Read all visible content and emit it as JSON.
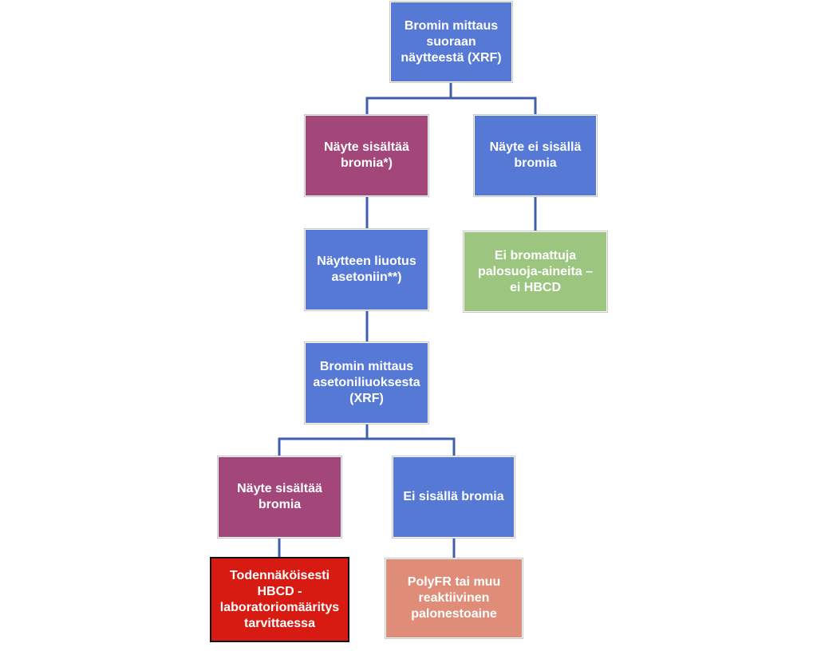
{
  "diagram": {
    "nodes": {
      "root": "Bromin mittaus\nsuoraan\nnäytteestä (XRF)",
      "contains_bromine_1": "Näyte sisältää\nbromia*)",
      "no_bromine_1": "Näyte ei sisällä\nbromia",
      "dissolution": "Näytteen liuotus\nasetoniin**)",
      "no_brominated_fr": "Ei bromattuja\npalosuoja-aineita –\nei HBCD",
      "measure_acetone": "Bromin mittaus\nasetoniliuoksesta\n(XRF)",
      "contains_bromine_2": "Näyte sisältää\nbromia",
      "no_bromine_2": "Ei  sisällä bromia",
      "likely_hbcd": "Todennäköisesti\nHBCD -\nlaboratoriomääritys\ntarvittaessa",
      "polyfr": "PolyFR tai muu\nreaktiivinen\npalonestoaine"
    },
    "colors": {
      "blue": "#5579d4",
      "purple": "#a3477a",
      "green": "#9cc67f",
      "salmon": "#df8d78",
      "red": "#d81b12",
      "connector": "#3f5fae"
    }
  }
}
